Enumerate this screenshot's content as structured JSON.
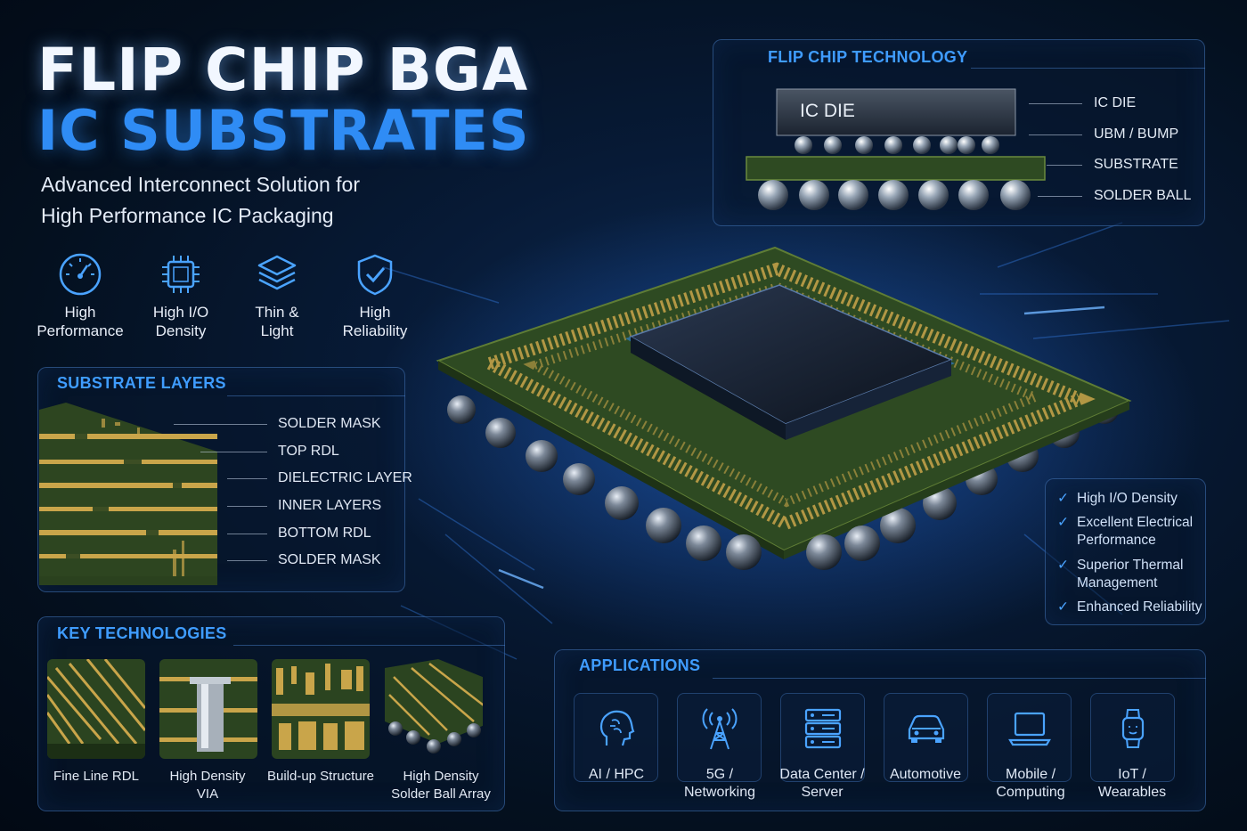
{
  "header": {
    "title_line1": "FLIP CHIP BGA",
    "title_line2": "IC SUBSTRATES",
    "subtitle_line1": "Advanced Interconnect Solution for",
    "subtitle_line2": "High Performance IC Packaging"
  },
  "features": [
    {
      "icon": "gauge-icon",
      "line1": "High",
      "line2": "Performance"
    },
    {
      "icon": "chip-icon",
      "line1": "High I/O",
      "line2": "Density"
    },
    {
      "icon": "layers-icon",
      "line1": "Thin &",
      "line2": "Light"
    },
    {
      "icon": "shield-check-icon",
      "line1": "High",
      "line2": "Reliability"
    }
  ],
  "substrate_layers": {
    "title": "SUBSTRATE LAYERS",
    "layers": [
      "SOLDER MASK",
      "TOP RDL",
      "DIELECTRIC LAYER",
      "INNER LAYERS",
      "BOTTOM RDL",
      "SOLDER MASK"
    ]
  },
  "flip_chip": {
    "title": "FLIP CHIP TECHNOLOGY",
    "die_text": "IC DIE",
    "labels": [
      "IC DIE",
      "UBM / BUMP",
      "SUBSTRATE",
      "SOLDER BALL"
    ]
  },
  "key_technologies": {
    "title": "KEY TECHNOLOGIES",
    "items": [
      {
        "line1": "Fine Line RDL",
        "line2": ""
      },
      {
        "line1": "High Density",
        "line2": "VIA"
      },
      {
        "line1": "Build-up Structure",
        "line2": ""
      },
      {
        "line1": "High Density",
        "line2": "Solder Ball Array"
      }
    ]
  },
  "applications": {
    "title": "APPLICATIONS",
    "items": [
      {
        "icon": "brain-icon",
        "line1": "AI / HPC",
        "line2": ""
      },
      {
        "icon": "antenna-icon",
        "line1": "5G /",
        "line2": "Networking"
      },
      {
        "icon": "server-icon",
        "line1": "Data Center /",
        "line2": "Server"
      },
      {
        "icon": "car-icon",
        "line1": "Automotive",
        "line2": ""
      },
      {
        "icon": "laptop-icon",
        "line1": "Mobile /",
        "line2": "Computing"
      },
      {
        "icon": "smartwatch-icon",
        "line1": "IoT /",
        "line2": "Wearables"
      }
    ]
  },
  "benefits": [
    {
      "line1": "High I/O Density",
      "line2": ""
    },
    {
      "line1": "Excellent Electrical",
      "line2": "Performance"
    },
    {
      "line1": "Superior Thermal",
      "line2": "Management"
    },
    {
      "line1": "Enhanced Reliability",
      "line2": ""
    }
  ],
  "colors": {
    "accent": "#3f9cff",
    "substrate_green": "#2e4a22",
    "copper_gold": "#c9a54a"
  }
}
